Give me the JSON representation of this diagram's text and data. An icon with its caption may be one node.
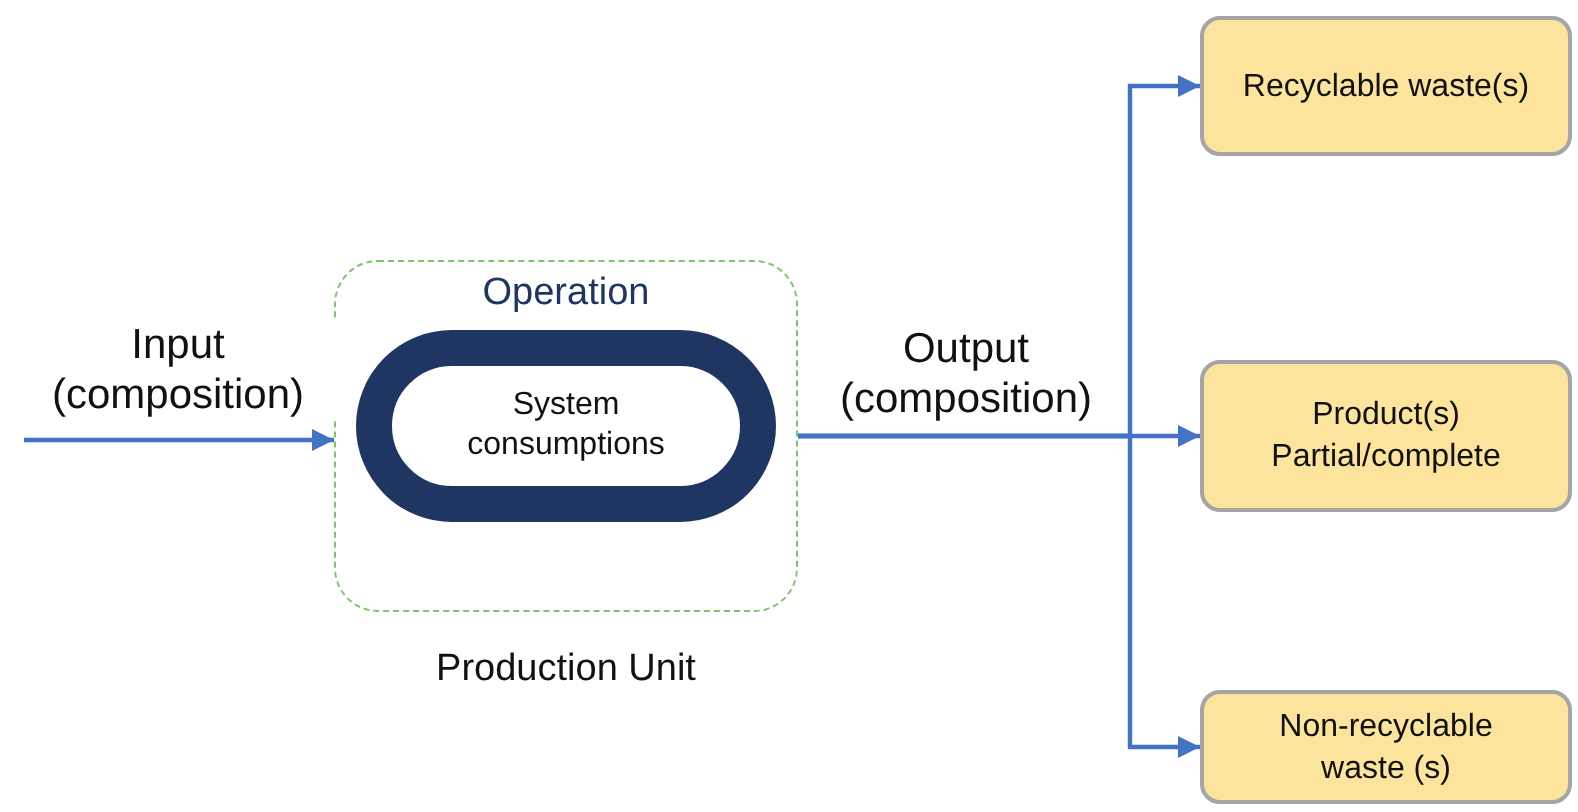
{
  "diagram": {
    "nodes": [
      {
        "text": [
          "Operation",
          "Production Unit"
        ]
      },
      {
        "text": [
          "System consumptions"
        ],
        "in": 0
      },
      {
        "text": [
          "Recyclable waste(s)"
        ]
      },
      {
        "text": [
          "Product(s) Partial/complete"
        ]
      },
      {
        "text": [
          "Non-recyclable waste (s)"
        ]
      }
    ],
    "edges": [
      {
        "from": null,
        "to": 0,
        "arrow": "to",
        "label": "Input (composition)"
      },
      {
        "from": 0,
        "to": 2,
        "arrow": "to"
      },
      {
        "from": 0,
        "to": 3,
        "arrow": "to",
        "label": "Output (composition)"
      },
      {
        "from": 0,
        "to": 4,
        "arrow": "to"
      }
    ]
  }
}
